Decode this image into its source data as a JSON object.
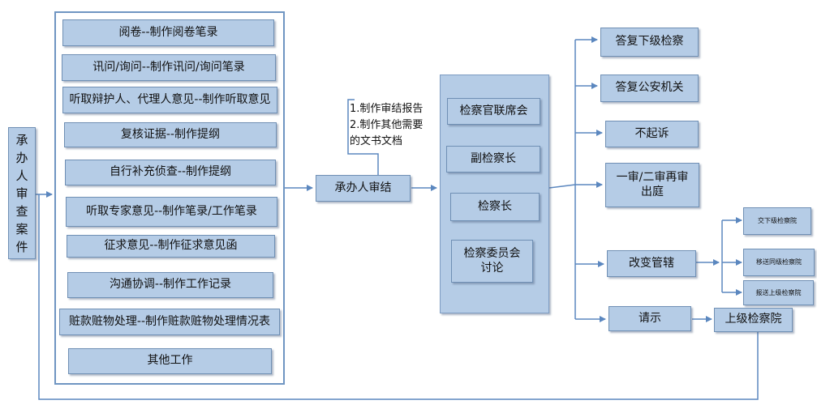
{
  "start_case": "承\n办\n人\n审\n查\n案\n件",
  "tasks": [
    "阅卷--制作阅卷笔录",
    "讯问/询问--制作讯问/询问笔录",
    "听取辩护人、代理人意见--制作听取意见",
    "复核证据--制作提纲",
    "自行补充侦查--制作提纲",
    "听取专家意见--制作笔录/工作笔录",
    "征求意见--制作征求意见函",
    "沟通协调--制作工作记录",
    "赃款赃物处理--制作赃款赃物处理情况表",
    "其他工作"
  ],
  "conclusion": "承办人审结",
  "note": "1.制作审结报告\n2.制作其他需要\n  的文书文档",
  "decision_chain": [
    "检察官联席会",
    "副检察长",
    "检察长",
    "检察委员会\n讨论"
  ],
  "outcomes": {
    "reply_lower": "答复下级检察",
    "reply_police": "答复公安机关",
    "not_prosecute": "不起诉",
    "trial": "一审/二审再审\n出庭",
    "change_jurisdiction": "改变管辖",
    "request": "请示"
  },
  "jurisdiction_targets": [
    "交下级检察院",
    "移送同级检察院",
    "报送上级检察院"
  ],
  "upper_procuratorate": "上级检察院",
  "colors": {
    "box_fill": "#b5cce6",
    "box_border": "#6f8fb4",
    "line": "#5b87bf"
  }
}
